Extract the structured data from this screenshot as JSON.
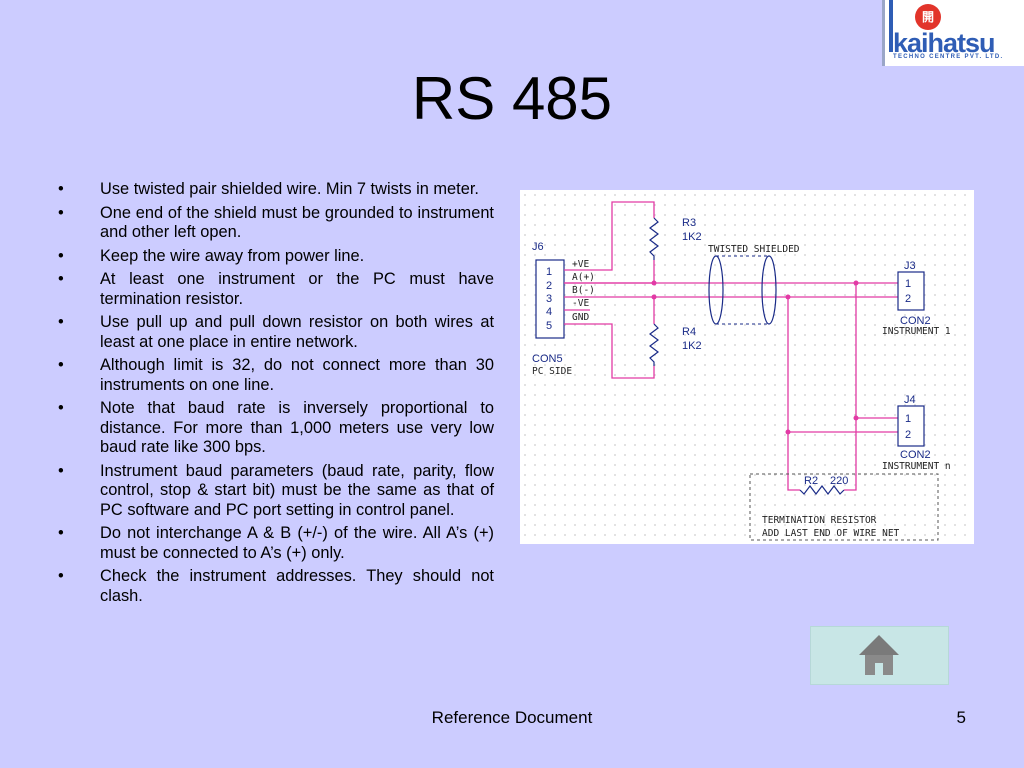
{
  "logo": {
    "word": "kaihatsu",
    "sub": "TECHNO CENTRE PVT. LTD.",
    "seal_glyph": "開"
  },
  "title": "RS 485",
  "bullets": [
    "Use twisted pair shielded wire. Min 7 twists in meter.",
    "One end of the shield must be grounded to instrument and other left open.",
    "Keep the wire away from power line.",
    "At least one instrument or the PC must have termination resistor.",
    "Use pull up and pull down resistor on both wires at least at one place in entire network.",
    "Although limit is 32, do not connect more than 30 instruments on one line.",
    "Note that baud rate is inversely proportional to distance. For more than 1,000 meters use very low baud rate like 300 bps.",
    "Instrument baud parameters (baud rate, parity, flow control, stop & start bit) must be the same as that of PC software and PC port setting in control panel.",
    "Do not interchange A & B (+/-) of the wire. All A’s (+) must be connected to A’s (+) only.",
    "Check the instrument addresses. They should not clash."
  ],
  "schematic": {
    "j6": "J6",
    "j6_pins": [
      "1",
      "2",
      "3",
      "4",
      "5"
    ],
    "j6_signals": [
      "+VE",
      "A(+)",
      "B(-)",
      "-VE",
      "GND"
    ],
    "con5": "CON5",
    "pc_side": "PC SIDE",
    "r3": "R3",
    "r3_val": "1K2",
    "r4": "R4",
    "r4_val": "1K2",
    "twisted": "TWISTED SHIELDED",
    "j3": "J3",
    "j3_pins": [
      "1",
      "2"
    ],
    "con2_a": "CON2",
    "inst1": "INSTRUMENT 1",
    "j4": "J4",
    "j4_pins": [
      "1",
      "2"
    ],
    "con2_b": "CON2",
    "instn": "INSTRUMENT n",
    "r2": "R2",
    "r2_val": "220",
    "term1": "TERMINATION RESISTOR",
    "term2": "ADD LAST END OF WIRE NET"
  },
  "footer": {
    "center": "Reference Document",
    "page": "5"
  },
  "colors": {
    "background": "#ccccff",
    "wire": "#e23aa5",
    "component": "#1a2b88"
  }
}
